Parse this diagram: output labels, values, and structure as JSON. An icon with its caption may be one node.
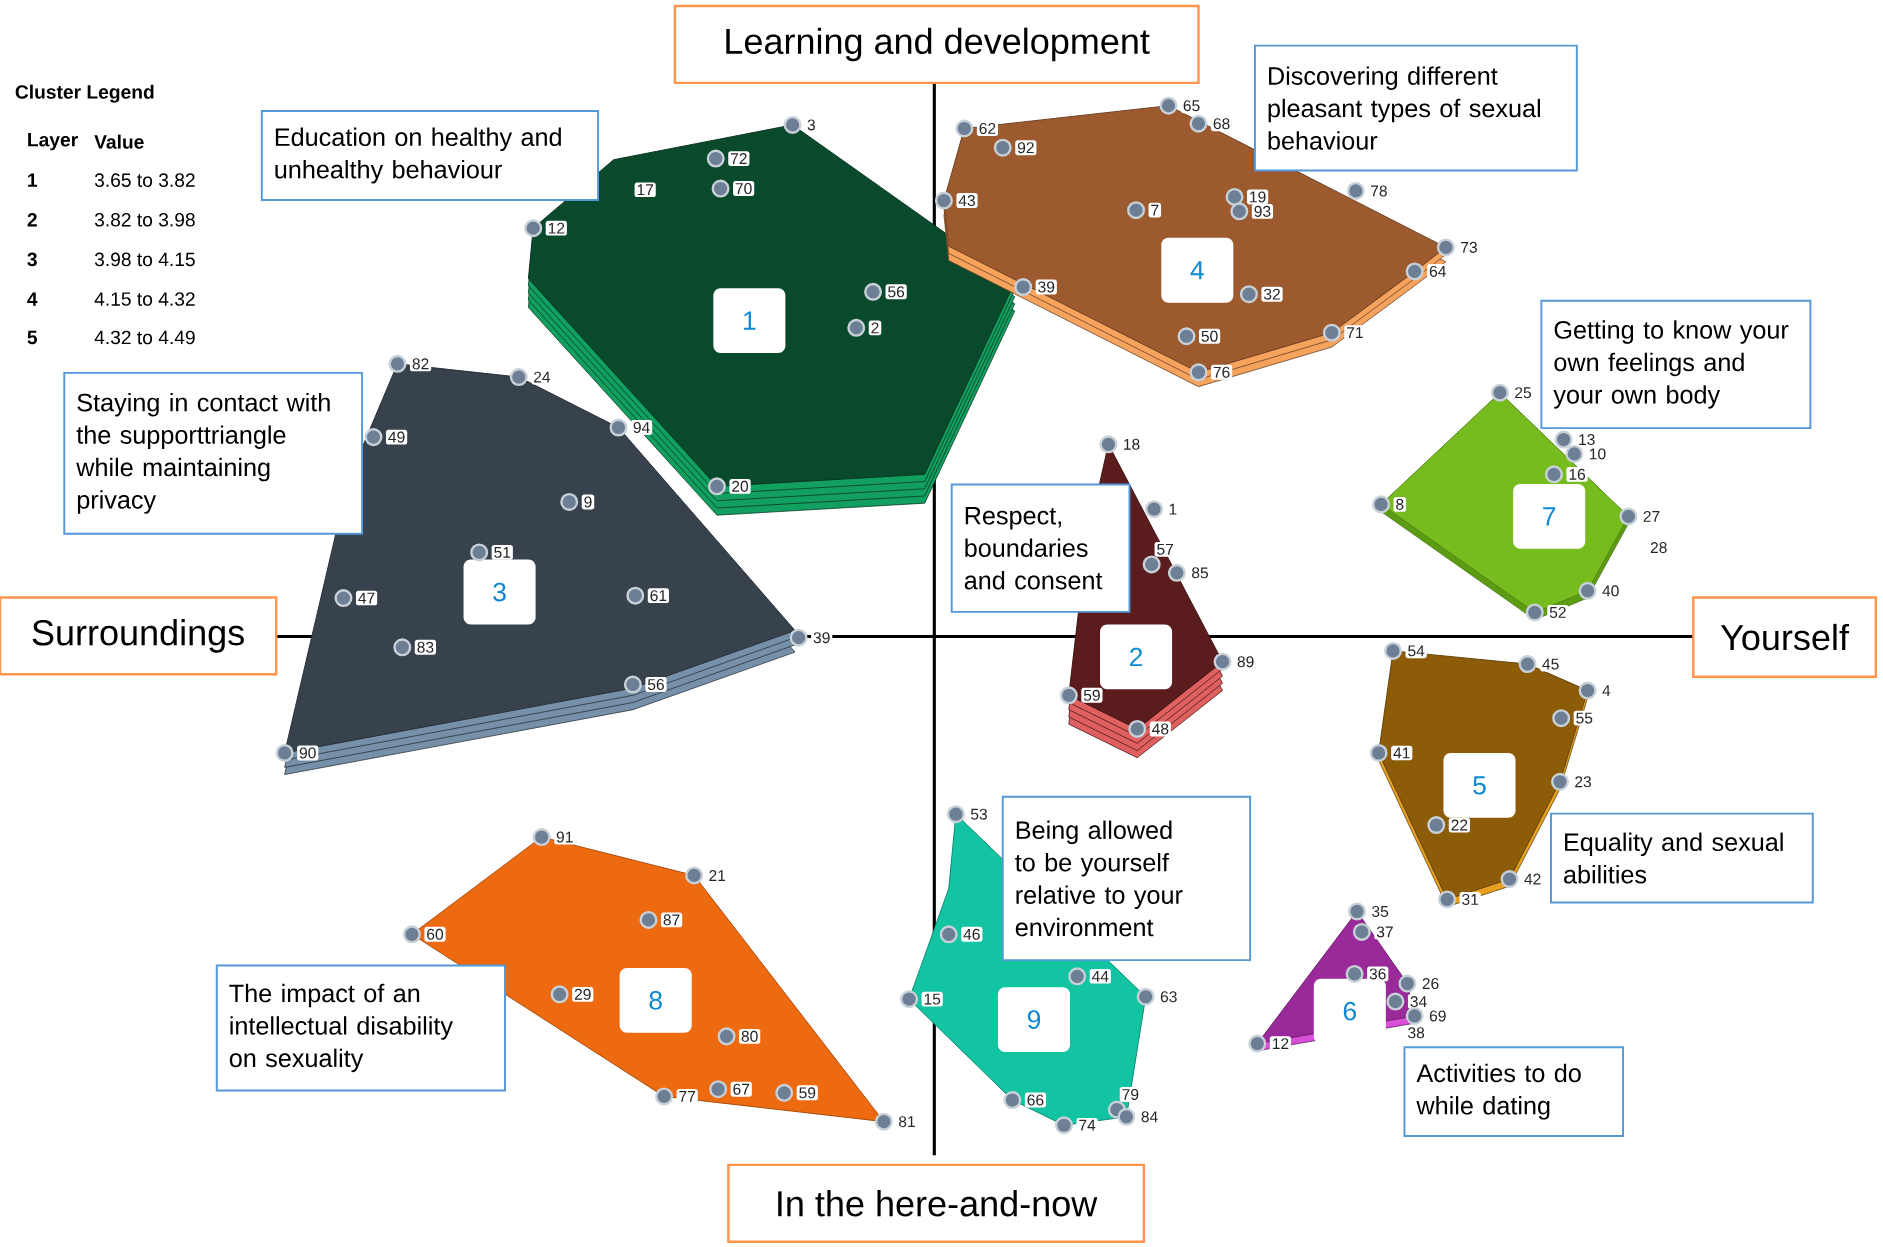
{
  "diagram": {
    "nodes": [
      {
        "text": [
          "Learning and development"
        ]
      },
      {
        "text": [
          "Education on healthy and unhealthy behaviour"
        ]
      },
      {
        "text": [
          "Discovering different pleasant types of sexual behaviour"
        ]
      },
      {
        "text": [
          "Getting to know your own feelings and your own body"
        ]
      },
      {
        "text": [
          "Staying in contact with the supporttriangle while maintaining privacy"
        ]
      },
      {
        "text": [
          "Respect, boundaries and consent"
        ]
      },
      {
        "text": [
          "Surroundings"
        ]
      },
      {
        "text": [
          "Yourself"
        ]
      },
      {
        "text": [
          "Being allowed to be yourself relative to your environment"
        ]
      },
      {
        "text": [
          "Equality and sexual abilities"
        ]
      },
      {
        "text": [
          "The impact of an intellectual disability on sexuality"
        ]
      },
      {
        "text": [
          "Activities to do while dating"
        ]
      },
      {
        "text": [
          "In the here-and-now"
        ]
      },
      {
        "text": [
          "1"
        ]
      },
      {
        "text": [
          "2"
        ]
      },
      {
        "text": [
          "3"
        ]
      },
      {
        "text": [
          "4"
        ]
      },
      {
        "text": [
          "5"
        ]
      },
      {
        "text": [
          "6"
        ]
      },
      {
        "text": [
          "7"
        ]
      },
      {
        "text": [
          "8"
        ]
      },
      {
        "text": [
          "9"
        ]
      }
    ],
    "labels": [
      "Cluster Legend",
      "Layer",
      "Value",
      "1",
      "3.65 to 3.82",
      "2",
      "3.82 to 3.98",
      "3",
      "3.98 to 4.15",
      "4",
      "4.15 to 4.32",
      "5",
      "4.32 to 4.49",
      "3",
      "72",
      "17",
      "70",
      "12",
      "56",
      "2",
      "20",
      "82",
      "24",
      "49",
      "94",
      "9",
      "51",
      "47",
      "61",
      "83",
      "39",
      "56",
      "90",
      "62",
      "65",
      "68",
      "92",
      "43",
      "7",
      "19",
      "93",
      "78",
      "73",
      "64",
      "39",
      "32",
      "50",
      "71",
      "76",
      "25",
      "13",
      "10",
      "16",
      "8",
      "27",
      "28",
      "40",
      "52",
      "18",
      "1",
      "57",
      "85",
      "89",
      "59",
      "48",
      "54",
      "45",
      "4",
      "55",
      "41",
      "23",
      "22",
      "42",
      "31",
      "35",
      "37",
      "36",
      "26",
      "34",
      "69",
      "38",
      "12",
      "53",
      "46",
      "44",
      "15",
      "63",
      "66",
      "74",
      "79",
      "84",
      "91",
      "21",
      "87",
      "60",
      "29",
      "80",
      "77",
      "67",
      "59",
      "81"
    ]
  }
}
